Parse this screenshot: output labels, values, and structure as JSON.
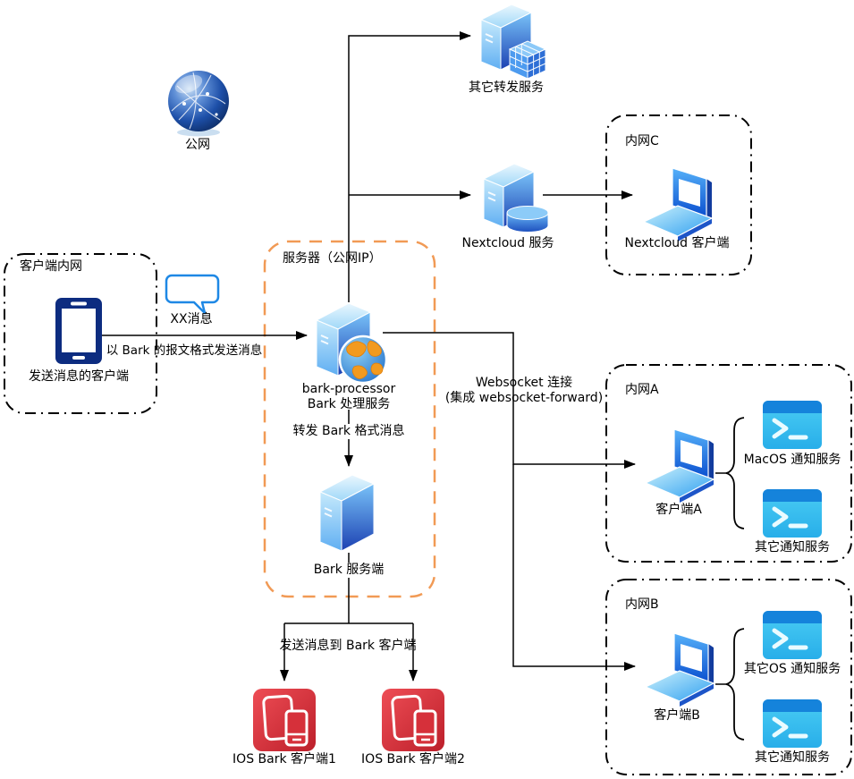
{
  "diagram": {
    "groups": {
      "client_intranet": {
        "label": "客户端内网"
      },
      "intranet_c": {
        "label": "内网C"
      },
      "intranet_a": {
        "label": "内网A"
      },
      "intranet_b": {
        "label": "内网B"
      },
      "server_public": {
        "label": "服务器（公网IP）"
      }
    },
    "nodes": {
      "public_net": {
        "label": "公网"
      },
      "other_forward_service": {
        "label": "其它转发服务"
      },
      "nextcloud_server": {
        "label": "Nextcloud 服务"
      },
      "nextcloud_client": {
        "label": "Nextcloud 客户端"
      },
      "sender_client": {
        "label": "发送消息的客户端"
      },
      "message_bubble": {
        "label": "XX消息"
      },
      "bark_processor": {
        "label_line1": "bark-processor",
        "label_line2": "Bark 处理服务"
      },
      "bark_server": {
        "label": "Bark 服务端"
      },
      "client_a": {
        "label": "客户端A"
      },
      "client_b": {
        "label": "客户端B"
      },
      "macos_notify": {
        "label": "MacOS 通知服务"
      },
      "other_notify_a": {
        "label": "其它通知服务"
      },
      "other_os_notify": {
        "label": "其它OS 通知服务"
      },
      "other_notify_b": {
        "label": "其它通知服务"
      },
      "ios_bark_client1": {
        "label": "IOS Bark 客户端1"
      },
      "ios_bark_client2": {
        "label": "IOS Bark 客户端2"
      }
    },
    "edge_labels": {
      "send_in_bark_format": "以 Bark 的报文格式发送消息",
      "websocket_line1": "Websocket 连接",
      "websocket_line2": "(集成 websocket-forward)",
      "forward_bark_format": "转发 Bark 格式消息",
      "send_to_bark_clients": "发送消息到 Bark 客户端"
    },
    "colors": {
      "server_box_border": "#F19A55",
      "group_border": "#000000",
      "bubble_border": "#1E88E5",
      "terminal_header": "#1583DB",
      "terminal_body": "#35C4F0",
      "ios_red": "#D6303A",
      "phone_navy": "#0D2C80",
      "connector": "#000000"
    }
  }
}
